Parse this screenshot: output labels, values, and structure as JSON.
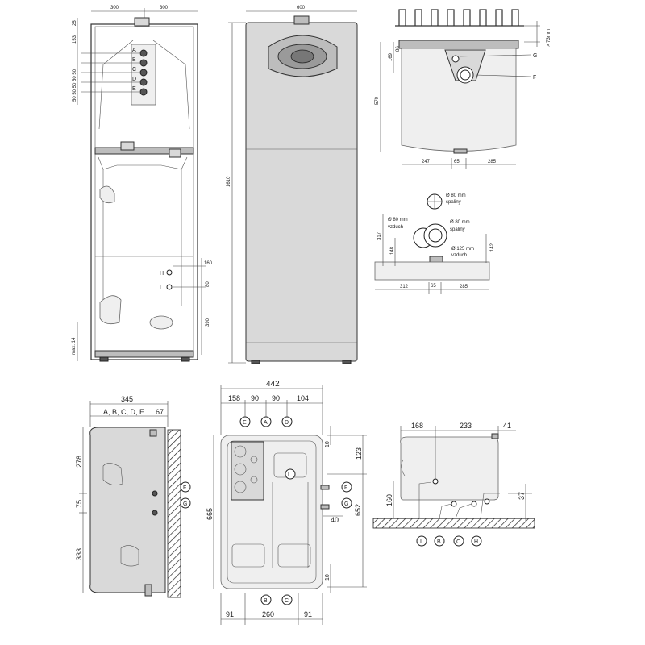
{
  "view_front": {
    "dim_width_left": "300",
    "dim_width_right": "300",
    "dim_top": "25",
    "dim_inner_top": "153",
    "dim_stack": "50 50 50 50 50",
    "conn_letters": [
      "A",
      "B",
      "C",
      "D",
      "E"
    ],
    "dim_h": "160",
    "dim_l": "80",
    "dim_390": "390",
    "dim_feet": "max. 14",
    "label_h": "H",
    "label_l": "L"
  },
  "view_side": {
    "dim_width": "600",
    "dim_height": "1610"
  },
  "view_top": {
    "dim_height": "570",
    "dim_169": "169",
    "dim_86": "86",
    "dim_clear": "> 73mm",
    "dim_247": "247",
    "dim_65": "65",
    "dim_285": "285",
    "label_g": "G",
    "label_f": "F"
  },
  "view_flue": {
    "flue_top_d": "Ø 80 mm",
    "flue_top_name": "spaliny",
    "air_d": "Ø 80 mm",
    "air_name": "vzduch",
    "flue_mid_d": "Ø 80 mm",
    "flue_mid_name": "spaliny",
    "coax_d": "Ø 125 mm",
    "coax_name": "vzduch",
    "dim_317": "317",
    "dim_148": "148",
    "dim_142": "142",
    "dim_312": "312",
    "dim_65": "65",
    "dim_285": "285"
  },
  "view_wall_side": {
    "dim_345": "345",
    "conn_group": "A, B, C, D, E",
    "dim_67": "67",
    "dim_278": "278",
    "dim_75": "75",
    "dim_333": "333",
    "label_f": "F",
    "label_g": "G"
  },
  "view_plan": {
    "dim_442": "442",
    "dim_158": "158",
    "dim_90a": "90",
    "dim_90b": "90",
    "dim_104": "104",
    "dim_10a": "10",
    "dim_123": "123",
    "dim_665": "665",
    "dim_652": "652",
    "dim_40": "40",
    "dim_10b": "10",
    "dim_91a": "91",
    "dim_260": "260",
    "dim_91b": "91",
    "label_e": "E",
    "label_a": "A",
    "label_d": "D",
    "label_l": "L",
    "label_f": "F",
    "label_g": "G",
    "label_b": "B",
    "label_c": "C"
  },
  "view_floor": {
    "dim_168": "168",
    "dim_233": "233",
    "dim_41": "41",
    "dim_160": "160",
    "dim_37": "37",
    "label_i": "I",
    "label_b": "B",
    "label_c": "C",
    "label_h": "H"
  }
}
